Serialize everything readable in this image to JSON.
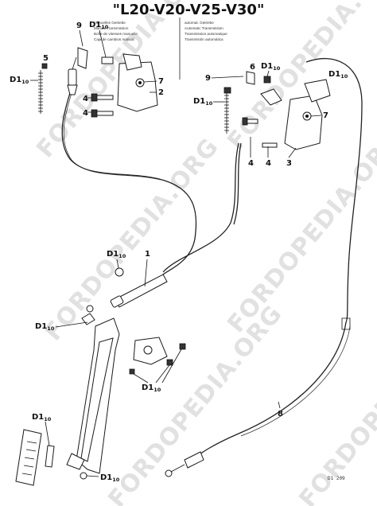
{
  "title": "\"L20-V20-V25-V30\"",
  "captions": {
    "manual": [
      "manuelles Getriebe",
      "Manual Transmission",
      "Boîte de vitesses manuelle",
      "Caja de cambios manual"
    ],
    "automatic": [
      "automat. Getriebe",
      "Automatic Transmission",
      "Transmission automatique",
      "Transmisión automática"
    ]
  },
  "watermark": "FORDOPEDIA.ORG",
  "figure_ref": "D1 209",
  "callouts": {
    "c1": "1",
    "c2": "2",
    "c3": "3",
    "c4a": "4",
    "c4b": "4",
    "c4c": "4",
    "c4d": "4",
    "c5": "5",
    "c6": "6",
    "c7a": "7",
    "c7b": "7",
    "c8": "8",
    "c9a": "9",
    "c9b": "9"
  },
  "d1_label": {
    "main": "D1",
    "sub": "10"
  },
  "colors": {
    "ink": "#111111",
    "watermark": "#c9c9c9",
    "background": "#ffffff"
  }
}
